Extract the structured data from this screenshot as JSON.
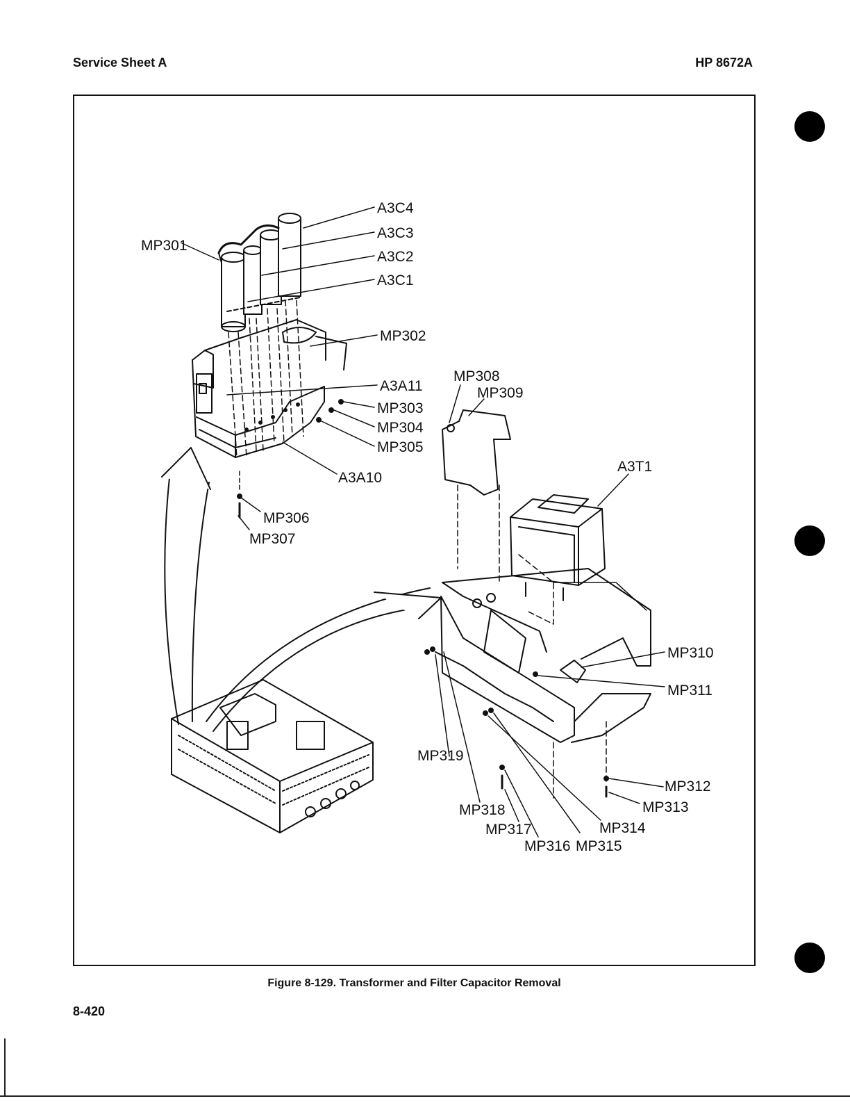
{
  "header": {
    "left": "Service Sheet A",
    "right": "HP 8672A"
  },
  "figure": {
    "caption": "Figure 8-129. Transformer and Filter Capacitor Removal",
    "callouts": {
      "a3c4": "A3C4",
      "a3c3": "A3C3",
      "a3c2": "A3C2",
      "a3c1": "A3C1",
      "mp301": "MP301",
      "mp302": "MP302",
      "a3a11": "A3A11",
      "mp303": "MP303",
      "mp304": "MP304",
      "mp305": "MP305",
      "a3a10": "A3A10",
      "mp306": "MP306",
      "mp307": "MP307",
      "mp308": "MP308",
      "mp309": "MP309",
      "a3t1": "A3T1",
      "mp310": "MP310",
      "mp311": "MP311",
      "mp312": "MP312",
      "mp313": "MP313",
      "mp314": "MP314",
      "mp315": "MP315",
      "mp316": "MP316",
      "mp317": "MP317",
      "mp318": "MP318",
      "mp319": "MP319"
    }
  },
  "footer": {
    "page_number": "8-420"
  }
}
